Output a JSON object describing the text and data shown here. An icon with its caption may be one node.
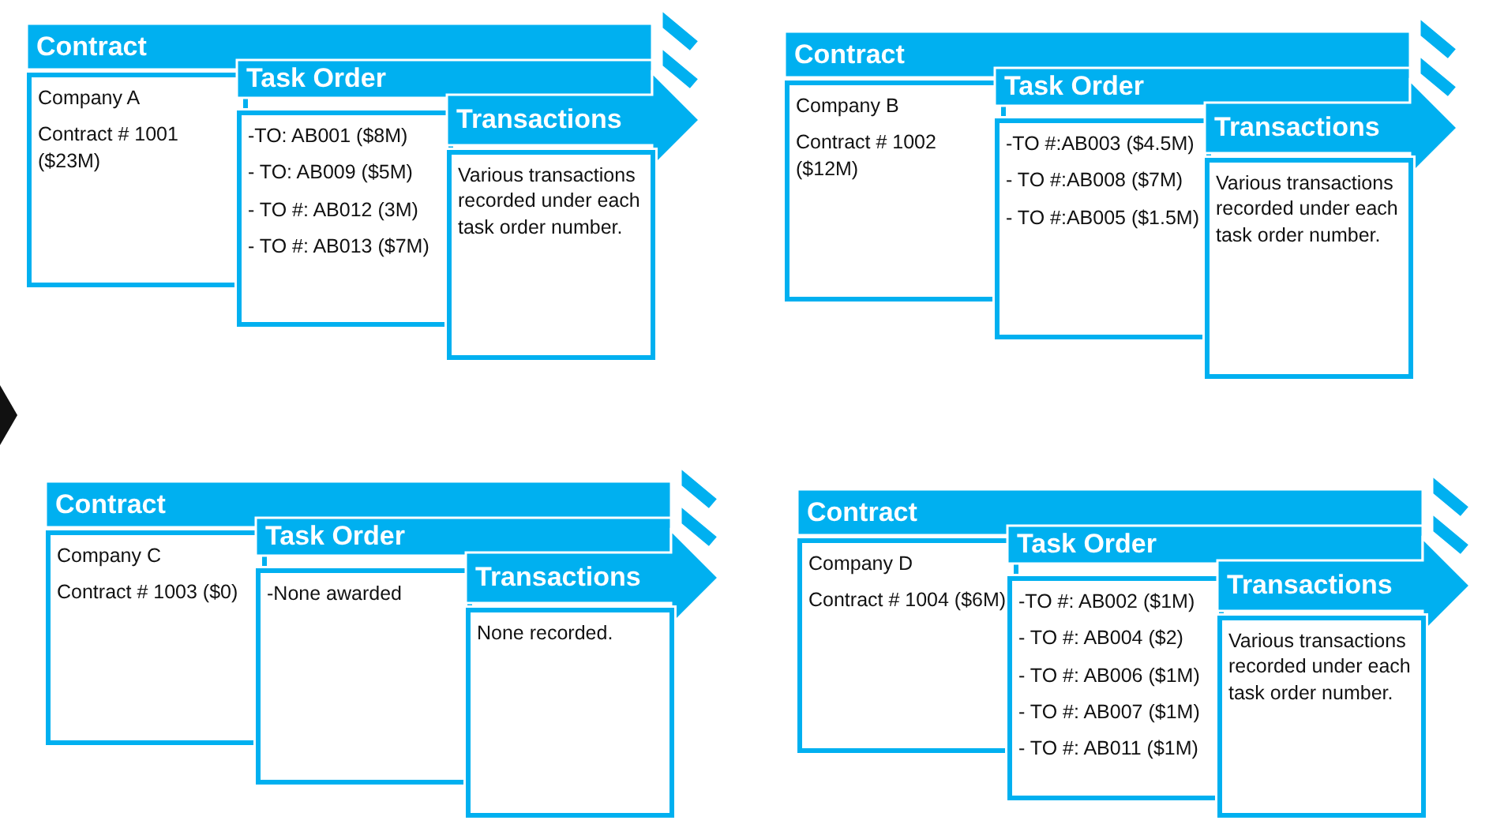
{
  "diagram": {
    "nodes": [
      {
        "text": [
          "Contract",
          "Company A",
          "Contract # 1001 ($23M)"
        ]
      },
      {
        "text": [
          "Task Order",
          "-TO: AB001 ($8M)",
          "- TO: AB009 ($5M)",
          "- TO #: AB012 (3M)",
          "- TO #: AB013 ($7M)"
        ]
      },
      {
        "text": [
          "Transactions",
          "Various transactions recorded under each task order number."
        ]
      },
      {
        "text": [
          "Contract",
          "Company B",
          "Contract # 1002 ($12M)"
        ]
      },
      {
        "text": [
          "Task Order",
          "-TO #:AB003 ($4.5M)",
          "- TO #:AB008 ($7M)",
          "- TO #:AB005 ($1.5M)"
        ]
      },
      {
        "text": [
          "Transactions",
          "Various transactions recorded under each task order number."
        ]
      },
      {
        "text": [
          "Contract",
          "Company C",
          "Contract # 1003 ($0)"
        ]
      },
      {
        "text": [
          "Task Order",
          "-None awarded"
        ]
      },
      {
        "text": [
          "Transactions",
          "None recorded."
        ]
      },
      {
        "text": [
          "Contract",
          "Company D",
          "Contract # 1004 ($6M)"
        ]
      },
      {
        "text": [
          "Task Order",
          "-TO #: AB002 ($1M)",
          "- TO #: AB004 ($2)",
          "- TO #: AB006 ($1M)",
          "- TO #: AB007 ($1M)",
          "- TO #: AB011 ($1M)"
        ]
      },
      {
        "text": [
          "Transactions",
          "Various transactions recorded under each task order number."
        ]
      }
    ]
  }
}
